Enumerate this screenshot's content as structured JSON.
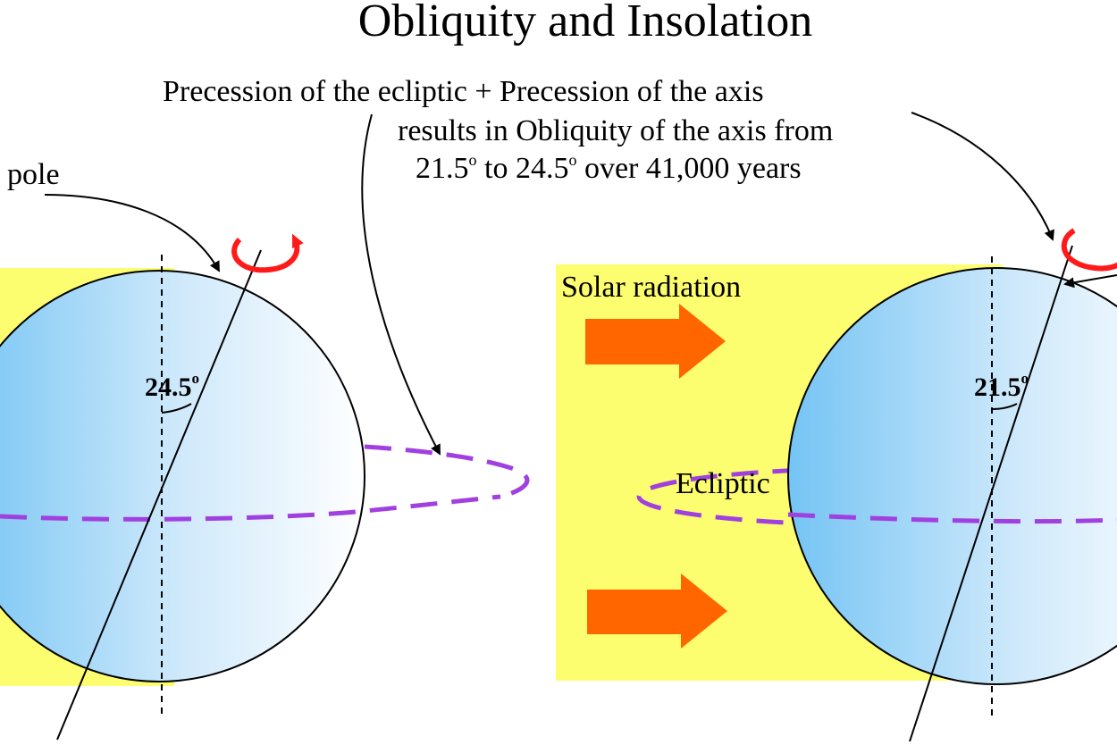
{
  "title": "Obliquity and Insolation",
  "caption": {
    "line1": "Precession of the ecliptic + Precession of the axis",
    "line2": "results in Obliquity of the axis from",
    "line3_a": "21.5",
    "line3_b": " to 24.5",
    "line3_c": " over 41,000 years",
    "degree_symbol": "o"
  },
  "labels": {
    "pole": "pole",
    "solar_radiation": "Solar radiation",
    "ecliptic": "Ecliptic",
    "left_angle": "24.5",
    "right_angle": "21.5",
    "degree_symbol": "o"
  },
  "colors": {
    "sunlight": "#fdfd70",
    "arrow": "#ff6600",
    "ecliptic": "#a040e0",
    "rotation": "#ff1a1a",
    "globe_dark": "#74c4f4",
    "globe_light": "#ffffff",
    "line": "#000000"
  },
  "icons": [
    "solar-radiation-arrow-icon",
    "rotation-arrow-icon",
    "pointer-arrow-icon"
  ]
}
